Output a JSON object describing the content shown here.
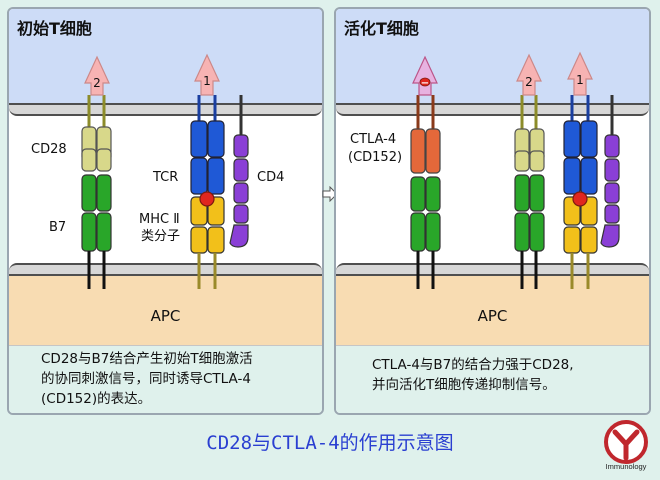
{
  "colors": {
    "cd28": "#d8d88a",
    "b7": "#29a629",
    "tcr": "#1f59d6",
    "mhc": "#f2c01a",
    "cd4": "#8a3fd6",
    "ctla4": "#e4683a",
    "apc": "#f8dcb2",
    "tcell": "#cddcf7",
    "signal": "#f7b3b3",
    "title": "#2a3fd1"
  },
  "left": {
    "title": "初始T细胞",
    "labels": {
      "cd28": "CD28",
      "b7": "B7",
      "tcr": "TCR",
      "cd4": "CD4",
      "mhc_line1": "MHC Ⅱ",
      "mhc_line2": "类分子"
    },
    "signals": [
      "2",
      "1"
    ],
    "apc": "APC",
    "desc_lines": [
      "CD28与B7结合产生初始T细胞激活",
      "的协同刺激信号，同时诱导CTLA-4",
      "(CD152)的表达。"
    ]
  },
  "right": {
    "title": "活化T细胞",
    "labels": {
      "ctla4_line1": "CTLA-4",
      "ctla4_line2": "(CD152)"
    },
    "signals": [
      "−",
      "2",
      "1"
    ],
    "apc": "APC",
    "desc_lines": [
      "CTLA-4与B7的结合力强于CD28,",
      "并向活化T细胞传递抑制信号。"
    ]
  },
  "footer": {
    "title": "CD28与CTLA-4的作用示意图",
    "logo_text": "Immunology"
  }
}
